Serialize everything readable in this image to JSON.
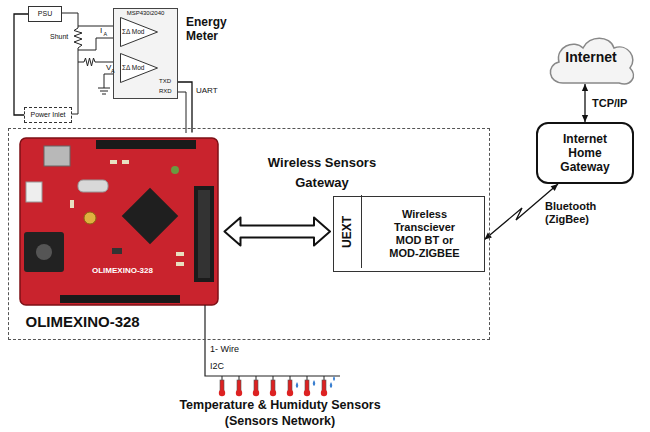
{
  "diagram": {
    "nodes": [
      {
        "text": [
          "PSU"
        ]
      },
      {
        "text": [
          "Power Inlet"
        ]
      },
      {
        "text": [
          "MSP430i2040",
          "Energy Meter"
        ]
      },
      {
        "text": [
          "ΣΔ Mod"
        ],
        "in": 2
      },
      {
        "text": [
          "ΣΔ Mod"
        ],
        "in": 2
      },
      {
        "text": [
          "Wireless Sensors Gateway"
        ]
      },
      {
        "text": [
          "OLIMEXINO-328"
        ],
        "in": 5
      },
      {
        "text": [
          "Wireless Transciever MOD BT or MOD-ZIGBEE"
        ],
        "in": 5
      },
      {
        "text": [
          "UEXT"
        ],
        "in": 7
      },
      {
        "text": [
          "Internet Home Gateway"
        ]
      },
      {
        "text": [
          "Internet"
        ]
      }
    ],
    "edges": [
      {
        "from": 0,
        "to": 1,
        "arrow": "none"
      },
      {
        "from": 2,
        "to": 6,
        "arrow": "none"
      },
      {
        "from": 6,
        "to": 8,
        "arrow": "both"
      },
      {
        "from": 7,
        "to": 9,
        "label": "Bluetooth (ZigBee)",
        "arrow": "both"
      },
      {
        "from": 9,
        "to": 10,
        "label": "TCP/IP",
        "arrow": "both"
      }
    ],
    "labels": [
      "Shunt",
      "I",
      "A",
      "V",
      "A",
      "TXD",
      "RXD",
      "UART",
      "OLIMEXINO-328",
      "1- Wire",
      "I2C",
      "Temperature & Humiduty Sensors",
      "(Sensors Network)"
    ]
  }
}
